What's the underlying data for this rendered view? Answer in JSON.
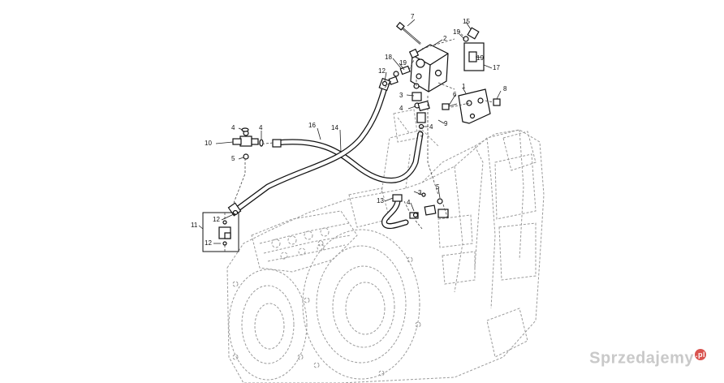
{
  "diagram": {
    "callouts": {
      "c1": "1",
      "c2": "2",
      "c3a": "3",
      "c3b": "3",
      "c4a": "4",
      "c4b": "4",
      "c4c": "4",
      "c4d": "4",
      "c4e": "4",
      "c5a": "5",
      "c5b": "5",
      "c6": "6",
      "c7": "7",
      "c8": "8",
      "c9": "9",
      "c10": "10",
      "c11": "11",
      "c12a": "12",
      "c12b": "12",
      "c12c": "12",
      "c13": "13",
      "c14": "14",
      "c15": "15",
      "c16": "16",
      "c17": "17",
      "c18": "18",
      "c19a": "19",
      "c19b": "19",
      "c19c": "19"
    }
  },
  "watermark": {
    "brand": "Sprzedajemy",
    "badge": ".pl"
  },
  "colors": {
    "line": "#111111",
    "ghost": "#9a9a9a",
    "badge": "#d9534f"
  }
}
